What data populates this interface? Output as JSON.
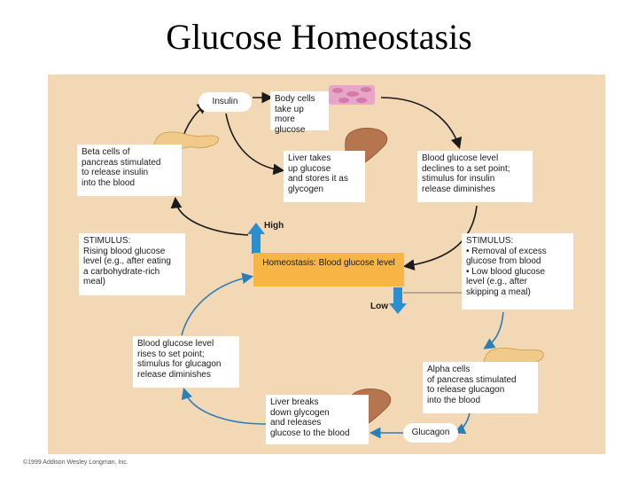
{
  "title": "Glucose Homeostasis",
  "labels": {
    "insulin": "Insulin",
    "glucagon": "Glucagon",
    "high": "High",
    "low": "Low"
  },
  "boxes": {
    "body_cells": "Body cells\ntake up more\nglucose",
    "liver_takes": "Liver takes\nup glucose\nand stores it as\nglycogen",
    "beta_cells": "Beta cells of\npancreas stimulated\nto release insulin\ninto the blood",
    "blood_declines": "Blood glucose level\ndeclines to a set point;\nstimulus for insulin\nrelease diminishes",
    "stimulus_rising": "STIMULUS:\nRising blood glucose\nlevel (e.g., after eating\na carbohydrate-rich\nmeal)",
    "homeostasis": "Homeostasis:\nBlood glucose level",
    "stimulus_dropping": "STIMULUS:\n• Removal of excess\n   glucose from blood\n• Low blood glucose\n   level (e.g., after\n   skipping a meal)",
    "blood_rises": "Blood glucose level\nrises to set point;\nstimulus for glucagon\nrelease diminishes",
    "alpha_cells": "Alpha cells\nof pancreas stimulated\nto release glucagon\ninto the blood",
    "liver_breaks": "Liver breaks\ndown glycogen\nand releases\nglucose to the blood"
  },
  "credit": "©1999 Addison Wesley Longman, Inc.",
  "colors": {
    "background": "#f2d8b4",
    "center_band": "#f6b545",
    "arrow_up": "#2a8fd0",
    "liver": "#b5764f",
    "pancreas": "#f1ca8a",
    "cells": "#e8a6c6"
  }
}
